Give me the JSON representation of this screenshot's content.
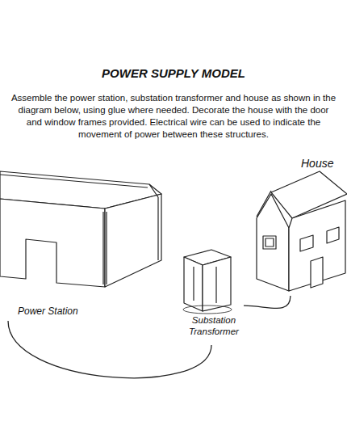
{
  "diagram": {
    "title": "POWER SUPPLY MODEL",
    "nodes": [
      {
        "text": [
          "Power Station"
        ]
      },
      {
        "text": [
          "Substation Transformer"
        ]
      },
      {
        "text": [
          "House"
        ]
      }
    ],
    "edges": [
      {
        "from": 0,
        "to": 1,
        "arrow": "none"
      },
      {
        "from": 1,
        "to": 2,
        "arrow": "none"
      }
    ],
    "labels": [
      "Assemble the power station, substation transformer and house as shown in the diagram below, using glue where needed. Decorate the house with the door and window frames provided. Electrical wire can be used to indicate the movement of power between these structures."
    ]
  }
}
